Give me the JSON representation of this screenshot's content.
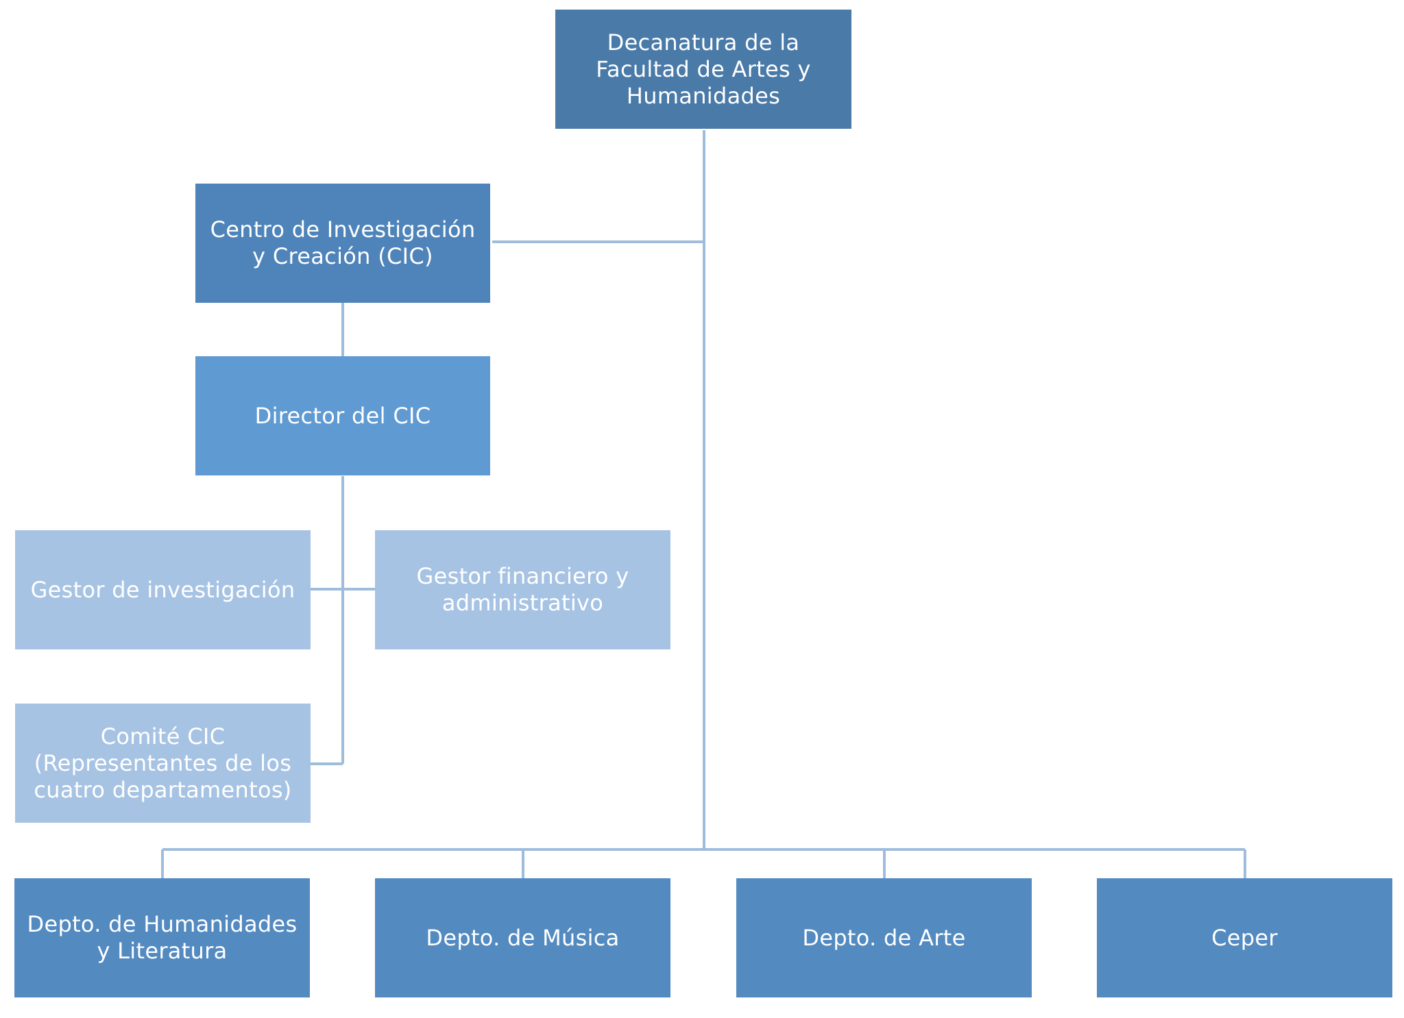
{
  "colors": {
    "line": "#9ebcdc",
    "dean_box": "#4a7aa8",
    "center_box": "#4e84b9",
    "director_box": "#5f9ad3",
    "staff_box": "#a7c3e3",
    "department_box": "#538ac0"
  },
  "org_chart": {
    "dean": "Decanatura de la\nFacultad de Artes y\nHumanidades",
    "research_center": "Centro de Investigación\ny Creación (CIC)",
    "director": "Director del CIC",
    "research_manager": "Gestor de investigación",
    "financial_manager": "Gestor financiero y\nadministrativo",
    "committee": "Comité CIC\n(Representantes de los\ncuatro departamentos)",
    "departments": [
      "Depto. de Humanidades\ny Literatura",
      "Depto. de Música",
      "Depto. de Arte",
      "Ceper"
    ]
  }
}
